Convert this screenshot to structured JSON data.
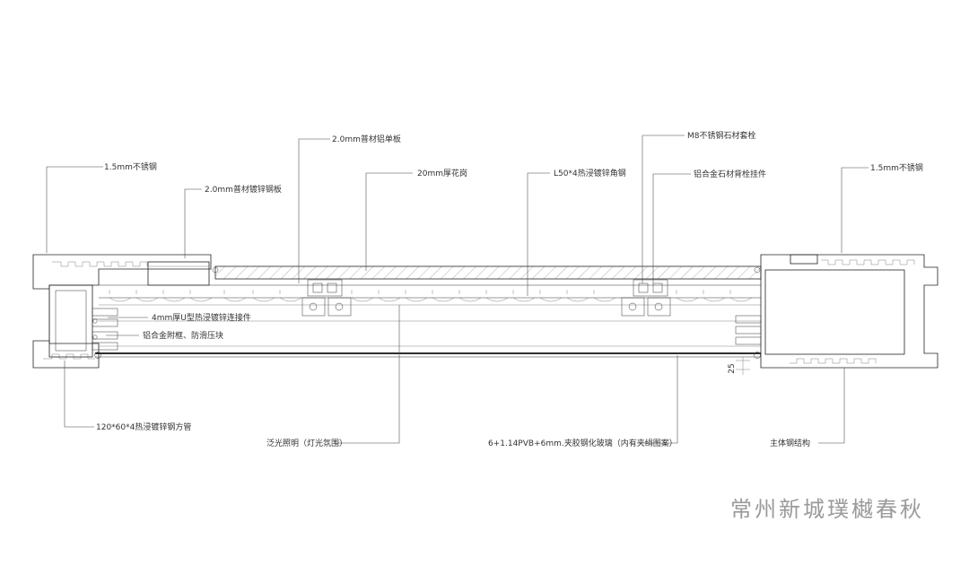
{
  "callouts": [
    {
      "id": "stainless-left",
      "text": "1.5mm不锈钢"
    },
    {
      "id": "alu-plate",
      "text": "2.0mm普材铝单板"
    },
    {
      "id": "galv-steel-plate",
      "text": "2.0mm普材镀锌钢板"
    },
    {
      "id": "marble",
      "text": "20mm厚花岗"
    },
    {
      "id": "angle-steel",
      "text": "L50*4热浸镀锌角钢"
    },
    {
      "id": "m8-bolt",
      "text": "M8不锈钢石材套栓"
    },
    {
      "id": "alu-hanger",
      "text": "铝合金石材背栓挂件"
    },
    {
      "id": "stainless-right",
      "text": "1.5mm不锈钢"
    },
    {
      "id": "u-connector",
      "text": "4mm厚U型热浸镀锌连接件"
    },
    {
      "id": "alu-pad",
      "text": "铝合金附框、防滑压块"
    },
    {
      "id": "square-tube",
      "text": "120*60*4热浸镀锌钢方管"
    },
    {
      "id": "led-light",
      "text": "泛光照明（灯光氛围）"
    },
    {
      "id": "glass",
      "text": "6+1.14PVB+6mm.夹胶钢化玻璃（内有夹绢图案）"
    },
    {
      "id": "main-structure",
      "text": "主体钢结构"
    }
  ],
  "dimension": {
    "value": "25"
  },
  "watermark": "常州新城璞樾春秋"
}
